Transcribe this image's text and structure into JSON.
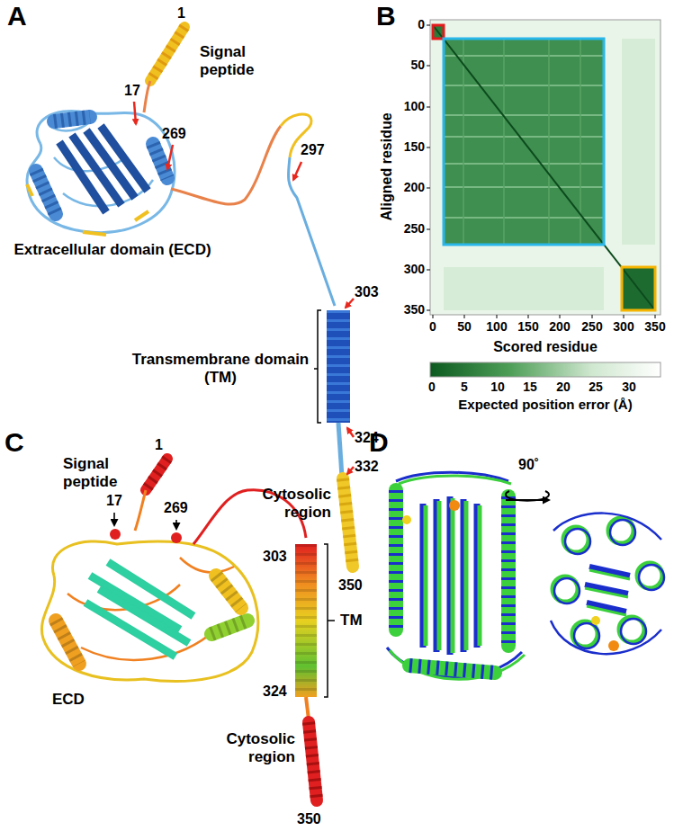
{
  "diagram": {
    "labels": [
      "A",
      "1",
      "Signal peptide",
      "17",
      "269",
      "297",
      "Extracellular domain (ECD)",
      "303",
      "Transmembrane domain (TM)",
      "324",
      "332",
      "Cytosolic region",
      "350",
      "B",
      "0",
      "50",
      "100",
      "150",
      "200",
      "250",
      "300",
      "350",
      "Aligned residue",
      "0",
      "50",
      "100",
      "150",
      "200",
      "250",
      "300",
      "350",
      "Scored residue",
      "0",
      "5",
      "10",
      "15",
      "20",
      "25",
      "30",
      "Expected position error (Å)",
      "C",
      "1",
      "Signal peptide",
      "17",
      "269",
      "303",
      "TM",
      "ECD",
      "324",
      "Cytosolic region",
      "350",
      "D",
      "90˚"
    ]
  }
}
